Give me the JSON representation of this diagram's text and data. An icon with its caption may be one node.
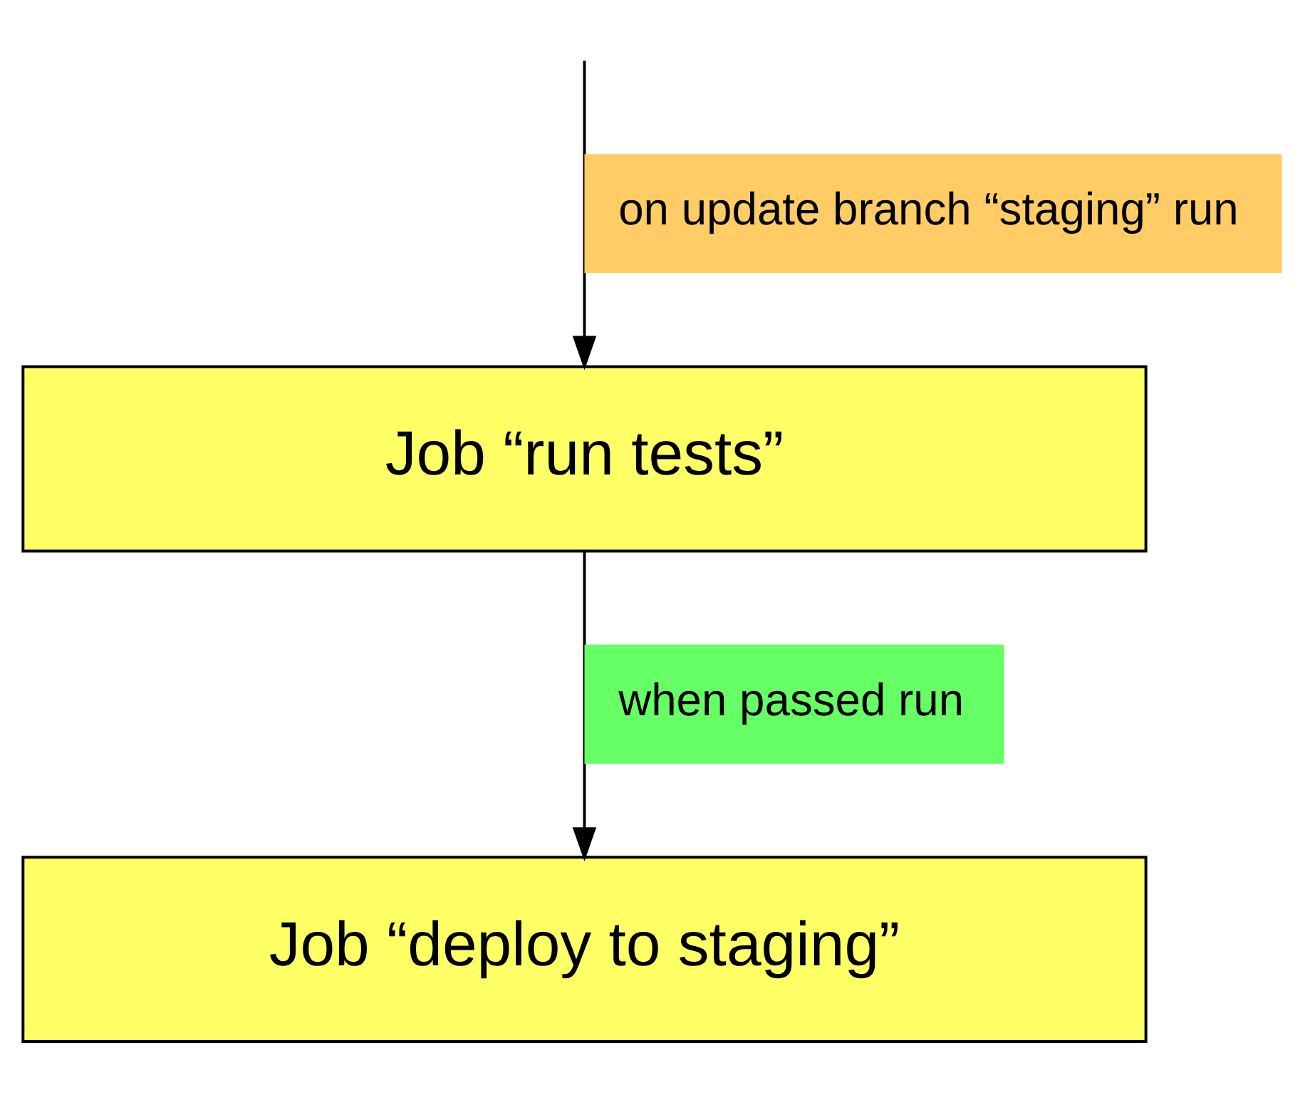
{
  "diagram": {
    "nodes": [
      {
        "text": [
          "Job “run tests”"
        ]
      },
      {
        "text": [
          "Job “deploy to staging”"
        ]
      }
    ],
    "edges": [
      {
        "from": null,
        "to": 0,
        "arrow": "to",
        "label": "on update branch “staging” run"
      },
      {
        "from": 0,
        "to": 1,
        "arrow": "to",
        "label": "when passed run"
      }
    ]
  }
}
